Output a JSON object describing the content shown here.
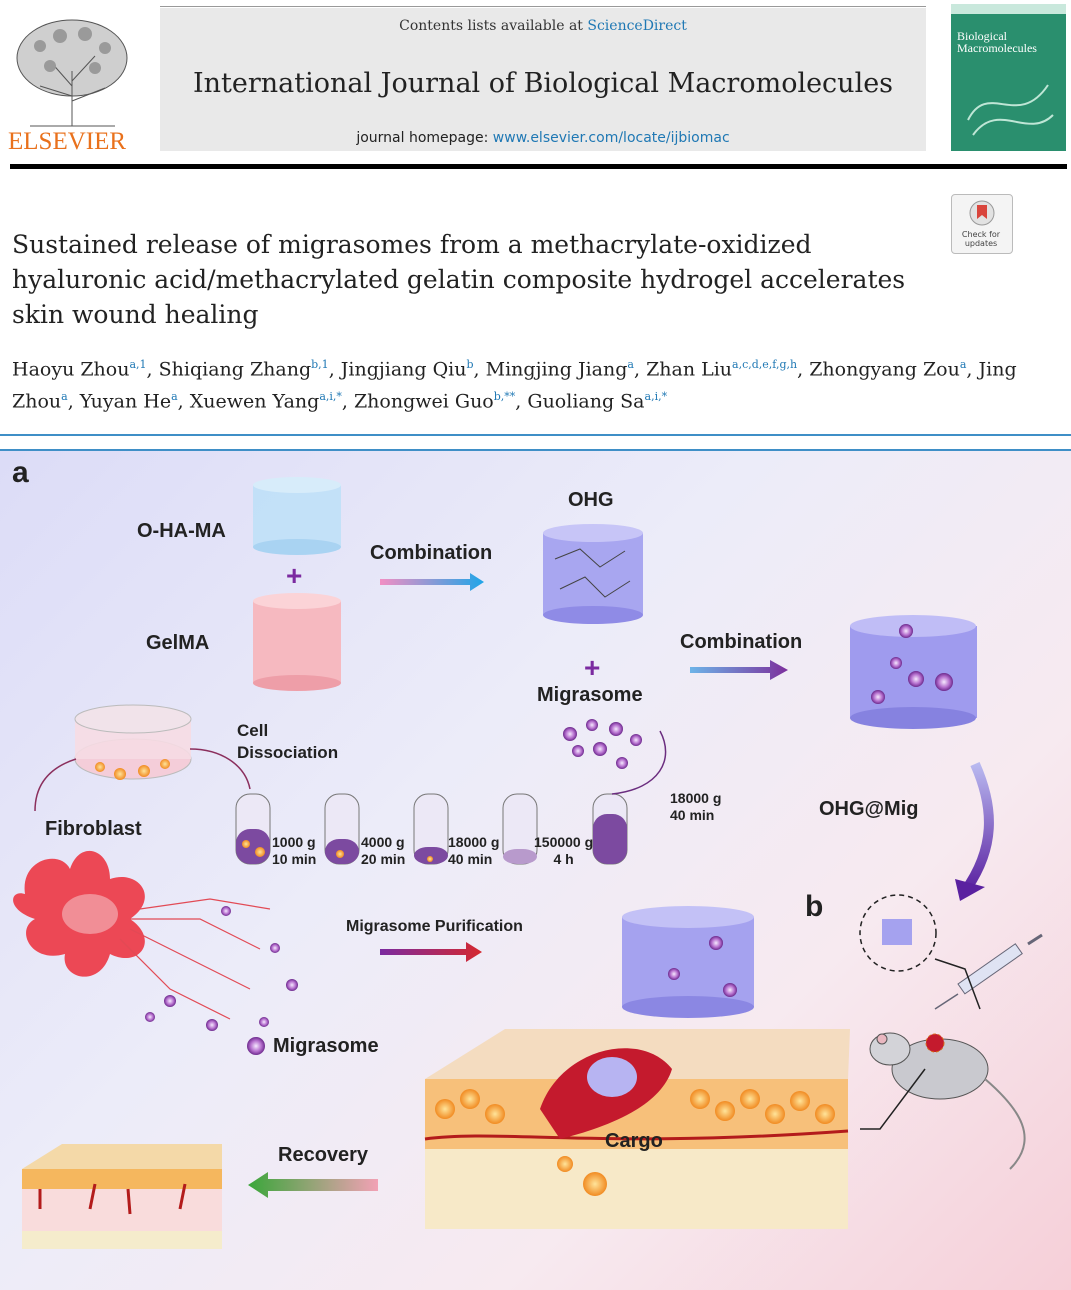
{
  "header": {
    "contents_prefix": "Contents lists available at ",
    "sciencedirect": "ScienceDirect",
    "journal_name": "International Journal of Biological Macromolecules",
    "homepage_prefix": "journal homepage: ",
    "homepage_url": "www.elsevier.com/locate/ijbiomac",
    "publisher": "ELSEVIER",
    "cover_title": "Biological Macromolecules"
  },
  "check_updates": {
    "label": "Check for updates"
  },
  "article": {
    "title": "Sustained release of migrasomes from a methacrylate-oxidized hyaluronic acid/methacrylated gelatin composite hydrogel accelerates skin wound healing",
    "authors": [
      {
        "name": "Haoyu Zhou",
        "aff": "a,1"
      },
      {
        "name": "Shiqiang Zhang",
        "aff": "b,1"
      },
      {
        "name": "Jingjiang Qiu",
        "aff": "b"
      },
      {
        "name": "Mingjing Jiang",
        "aff": "a"
      },
      {
        "name": "Zhan Liu",
        "aff": "a,c,d,e,f,g,h"
      },
      {
        "name": "Zhongyang Zou",
        "aff": "a"
      },
      {
        "name": "Jing Zhou",
        "aff": "a"
      },
      {
        "name": "Yuyan He",
        "aff": "a"
      },
      {
        "name": "Xuewen Yang",
        "aff": "a,i,*"
      },
      {
        "name": "Zhongwei Guo",
        "aff": "b,**"
      },
      {
        "name": "Guoliang Sa",
        "aff": "a,i,*"
      }
    ]
  },
  "figure": {
    "panel_a": "a",
    "panel_b": "b",
    "o_ha_ma": "O-HA-MA",
    "plus": "+",
    "gelma": "GelMA",
    "combination_1": "Combination",
    "ohg": "OHG",
    "combination_2": "Combination",
    "migrasome_top": "Migrasome",
    "cell": "Cell",
    "dissociation": "Dissociation",
    "fibroblast": "Fibroblast",
    "ohg_mig": "OHG@Mig",
    "migrasome_purification": "Migrasome Purification",
    "migrasome_legend": "Migrasome",
    "recovery": "Recovery",
    "cargo": "Cargo",
    "steps": [
      {
        "g": "1000 g",
        "t": "10 min"
      },
      {
        "g": "4000 g",
        "t": "20 min"
      },
      {
        "g": "18000 g",
        "t": "40 min"
      },
      {
        "g": "150000 g",
        "t": "4 h"
      }
    ],
    "final_step": {
      "g": "18000 g",
      "t": "40 min"
    }
  }
}
